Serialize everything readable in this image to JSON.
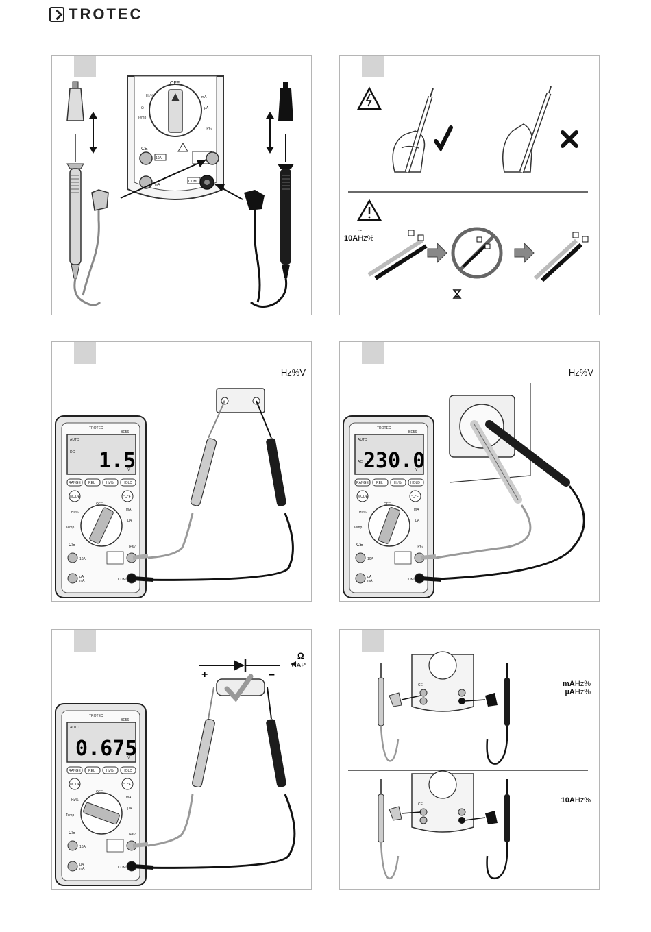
{
  "header": {
    "brand": "TROTEC"
  },
  "meter": {
    "brand": "TROTEC",
    "model": "BE56",
    "buttons": [
      "RANGE",
      "REL",
      "Hz%",
      "HOLD"
    ],
    "mode": "MODE",
    "temp_btn": "°C°F",
    "off": "OFF",
    "ip": "IP67",
    "ports": {
      "a10": "10A",
      "ua": "µA",
      "ma": "mA",
      "com": "COM"
    }
  },
  "panels": [
    {
      "id": "p1"
    },
    {
      "id": "p2"
    },
    {
      "id": "p3",
      "unit": "Hz%V",
      "auto": "AUTO",
      "mode": "DC",
      "reading": "1.5",
      "unit_small": "V"
    },
    {
      "id": "p4",
      "unit": "Hz%V",
      "auto": "AUTO",
      "mode": "AC",
      "reading": "230.0",
      "unit_small": "V"
    },
    {
      "id": "p5",
      "cap": "CAP",
      "auto": "AUTO",
      "reading": "0.675",
      "unit_small": "V",
      "plus": "+",
      "minus": "–"
    },
    {
      "id": "p6",
      "unit_a1": "mA",
      "unit_a2": "µA",
      "unit_b": "10A",
      "hz": "Hz%"
    }
  ],
  "p2": {
    "unit": "10A",
    "hz": "Hz%"
  },
  "colors": {
    "light_probe": "#c8c8c8",
    "dark_probe": "#1c1c1c",
    "panel_border": "#b5b5b5",
    "tab": "#d4d4d4"
  }
}
